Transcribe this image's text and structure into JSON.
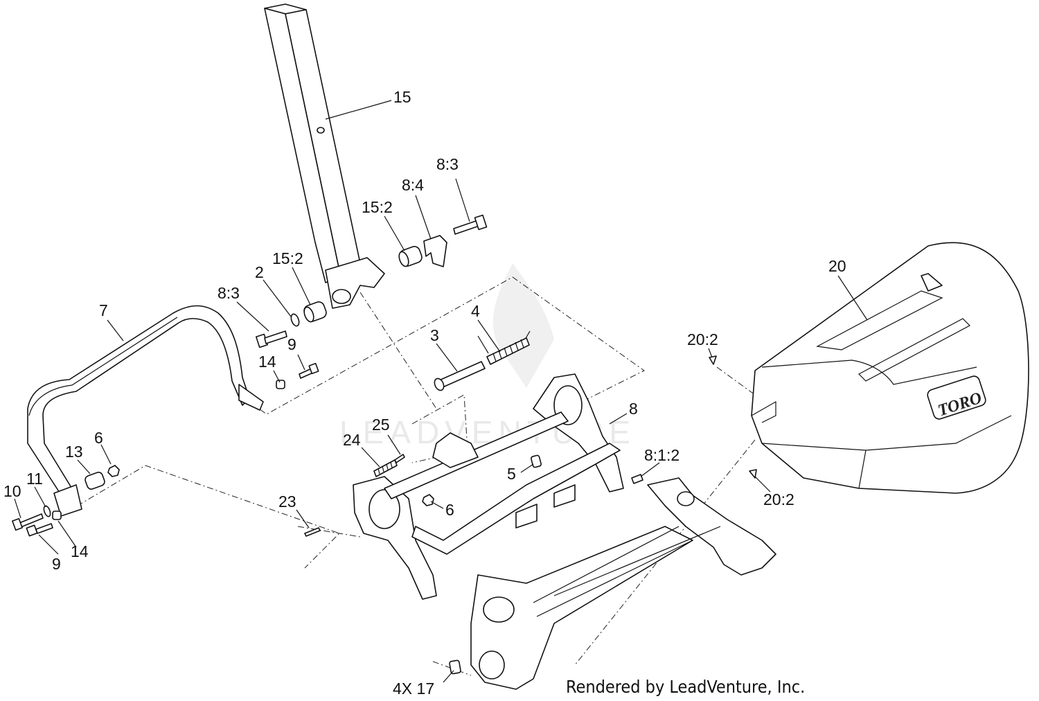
{
  "callouts": {
    "c15": "15",
    "c8_3_top": "8:3",
    "c8_4": "8:4",
    "c15_2_right": "15:2",
    "c15_2_left": "15:2",
    "c2": "2",
    "c8_3_left": "8:3",
    "c7": "7",
    "c4": "4",
    "c3": "3",
    "c9_upper": "9",
    "c14_upper": "14",
    "c20": "20",
    "c20_2_upper": "20:2",
    "c20_2_lower": "20:2",
    "c8": "8",
    "c25": "25",
    "c24": "24",
    "c5": "5",
    "c8_1_2": "8:1:2",
    "c13": "13",
    "c6_left": "6",
    "c6_center": "6",
    "c10": "10",
    "c11": "11",
    "c23": "23",
    "c9_lower": "9",
    "c14_lower": "14",
    "c4x17": "4X 17"
  },
  "weight_logo": "TORO",
  "watermark": "LEADVENTURE",
  "credit": "Rendered by LeadVenture, Inc."
}
